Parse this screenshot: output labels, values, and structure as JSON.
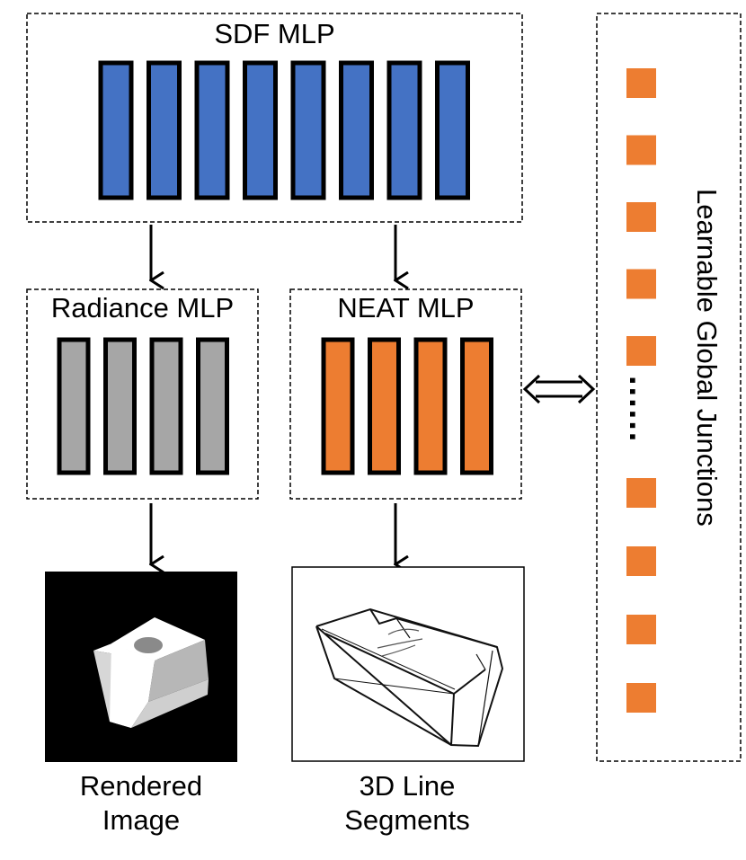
{
  "sdf": {
    "title": "SDF MLP",
    "layer_count": 8,
    "color": "#4472c4"
  },
  "radiance": {
    "title": "Radiance MLP",
    "layer_count": 4,
    "color": "#a6a6a6"
  },
  "neat": {
    "title": "NEAT MLP",
    "layer_count": 4,
    "color": "#ed7d31"
  },
  "junctions": {
    "title": "Learnable Global Junctions",
    "color": "#ed7d31",
    "squares_before_ellipsis": 5,
    "squares_after_ellipsis": 4,
    "ellipsis": "......"
  },
  "outputs": {
    "rendered_line1": "Rendered",
    "rendered_line2": "Image",
    "lines_line1": "3D Line",
    "lines_line2": "Segments"
  },
  "colors": {
    "border": "#000000",
    "background": "#ffffff",
    "render_bg": "#000000"
  }
}
